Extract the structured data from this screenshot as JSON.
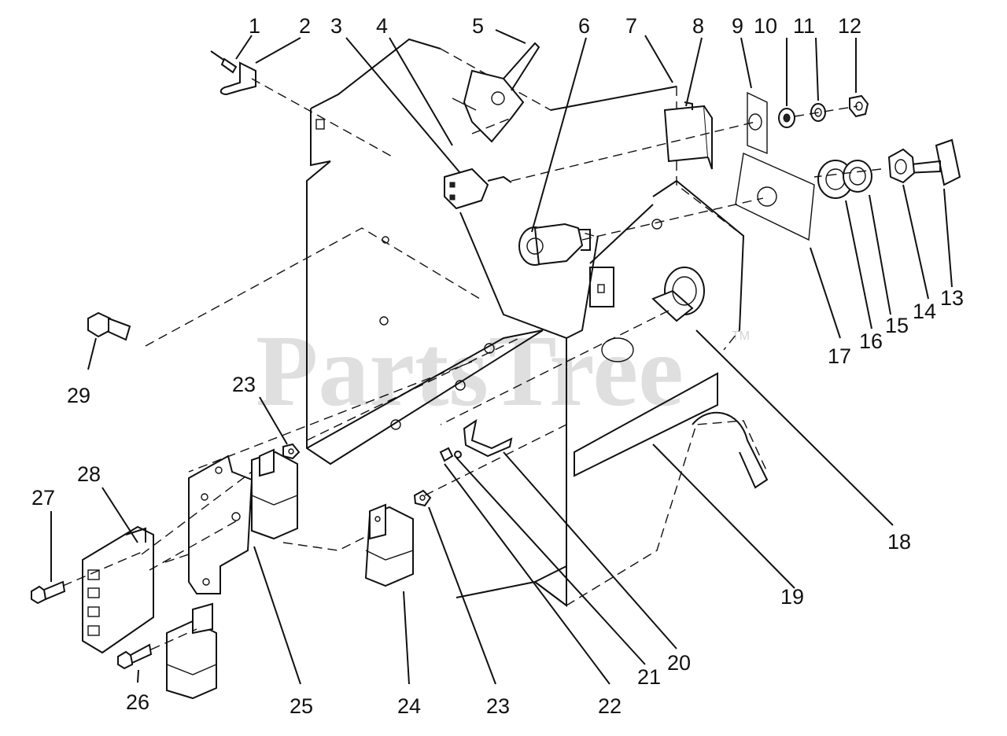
{
  "watermark": {
    "text": "PartsTree",
    "trademark": "TM"
  },
  "callouts": [
    {
      "id": "c1",
      "label": "1"
    },
    {
      "id": "c2",
      "label": "2"
    },
    {
      "id": "c3",
      "label": "3"
    },
    {
      "id": "c4",
      "label": "4"
    },
    {
      "id": "c5",
      "label": "5"
    },
    {
      "id": "c6",
      "label": "6"
    },
    {
      "id": "c7",
      "label": "7"
    },
    {
      "id": "c8",
      "label": "8"
    },
    {
      "id": "c9",
      "label": "9"
    },
    {
      "id": "c10",
      "label": "10"
    },
    {
      "id": "c11",
      "label": "11"
    },
    {
      "id": "c12",
      "label": "12"
    },
    {
      "id": "c13",
      "label": "13"
    },
    {
      "id": "c14",
      "label": "14"
    },
    {
      "id": "c15",
      "label": "15"
    },
    {
      "id": "c16",
      "label": "16"
    },
    {
      "id": "c17",
      "label": "17"
    },
    {
      "id": "c18",
      "label": "18"
    },
    {
      "id": "c19",
      "label": "19"
    },
    {
      "id": "c20",
      "label": "20"
    },
    {
      "id": "c21",
      "label": "21"
    },
    {
      "id": "c22",
      "label": "22"
    },
    {
      "id": "c23a",
      "label": "23"
    },
    {
      "id": "c23b",
      "label": "23"
    },
    {
      "id": "c24",
      "label": "24"
    },
    {
      "id": "c25",
      "label": "25"
    },
    {
      "id": "c26",
      "label": "26"
    },
    {
      "id": "c27",
      "label": "27"
    },
    {
      "id": "c28",
      "label": "28"
    },
    {
      "id": "c29",
      "label": "29"
    }
  ]
}
